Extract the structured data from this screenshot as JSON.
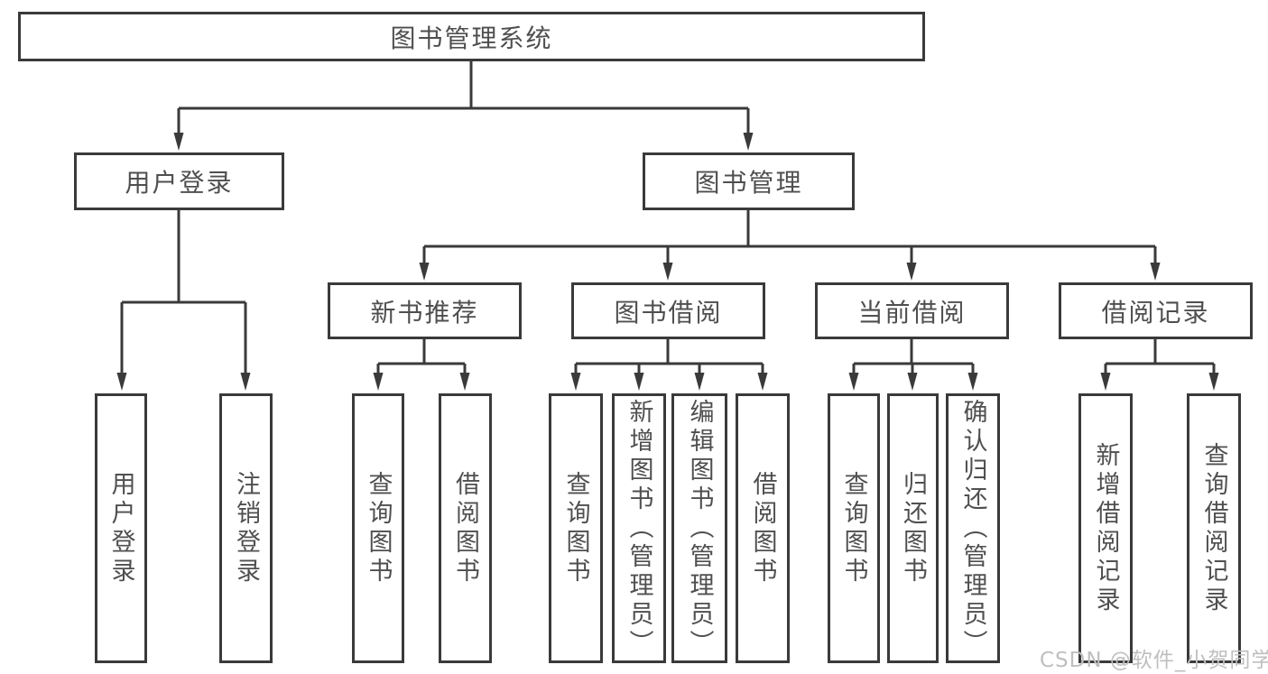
{
  "tree": {
    "label": "图书管理系统",
    "children": [
      {
        "label": "用户登录",
        "children": [
          {
            "label": "用户登录"
          },
          {
            "label": "注销登录"
          }
        ]
      },
      {
        "label": "图书管理",
        "children": [
          {
            "label": "新书推荐",
            "children": [
              {
                "label": "查询图书"
              },
              {
                "label": "借阅图书"
              }
            ]
          },
          {
            "label": "图书借阅",
            "children": [
              {
                "label": "查询图书"
              },
              {
                "label": "新增图书（管理员）"
              },
              {
                "label": "编辑图书（管理员）"
              },
              {
                "label": "借阅图书"
              }
            ]
          },
          {
            "label": "当前借阅",
            "children": [
              {
                "label": "查询图书"
              },
              {
                "label": "归还图书"
              },
              {
                "label": "确认归还（管理员）"
              }
            ]
          },
          {
            "label": "借阅记录",
            "children": [
              {
                "label": "新增借阅记录"
              },
              {
                "label": "查询借阅记录"
              }
            ]
          }
        ]
      }
    ]
  },
  "watermark": "CSDN @软件_小贺同学",
  "colors": {
    "line": "#3a3a3a",
    "box_border": "#3a3a3a",
    "text": "#4f4f4f",
    "watermark": "#bfbfbf",
    "background": "#ffffff"
  }
}
